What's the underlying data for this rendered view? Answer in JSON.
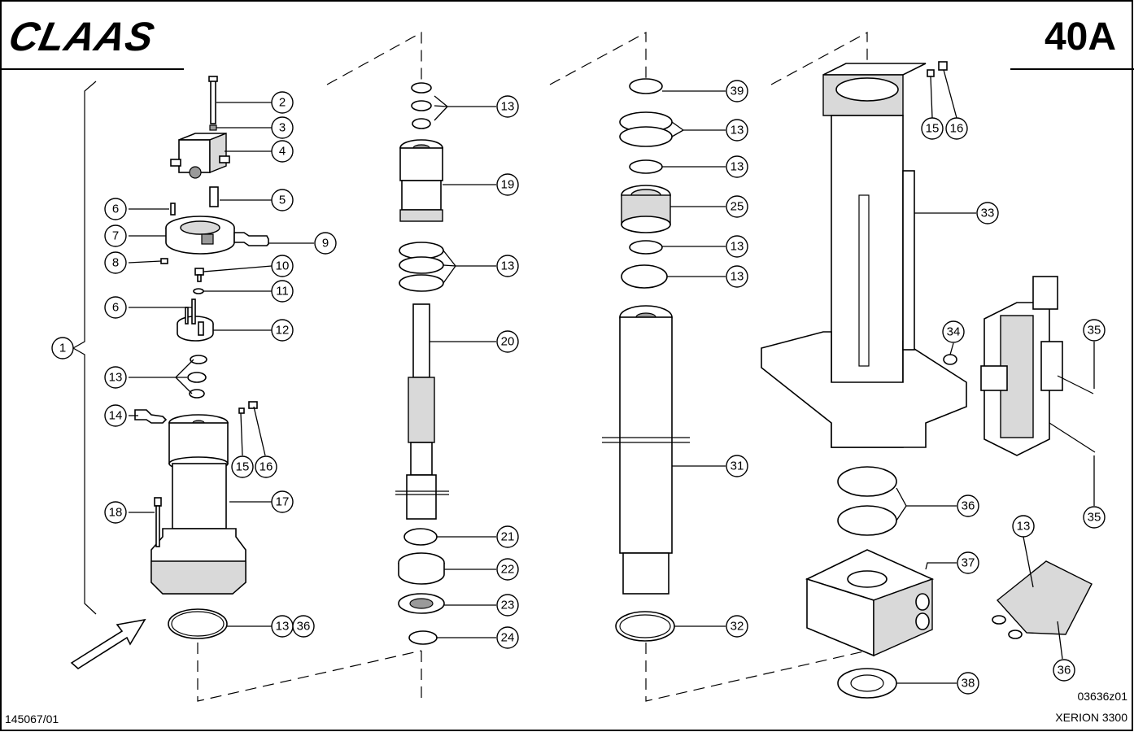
{
  "header": {
    "brand": "CLAAS",
    "page_number": "40A"
  },
  "footer": {
    "document_number": "145067/01",
    "figure_code": "03636z01",
    "model": "XERION 3300"
  },
  "callouts": [
    "1",
    "2",
    "3",
    "4",
    "5",
    "6",
    "7",
    "8",
    "9",
    "10",
    "11",
    "6",
    "12",
    "13",
    "14",
    "15",
    "16",
    "17",
    "18",
    "13",
    "36",
    "13",
    "19",
    "13",
    "20",
    "21",
    "22",
    "23",
    "24",
    "39",
    "13",
    "13",
    "25",
    "13",
    "13",
    "31",
    "32",
    "15",
    "16",
    "33",
    "34",
    "35",
    "35",
    "36",
    "37",
    "13",
    "36",
    "38"
  ]
}
